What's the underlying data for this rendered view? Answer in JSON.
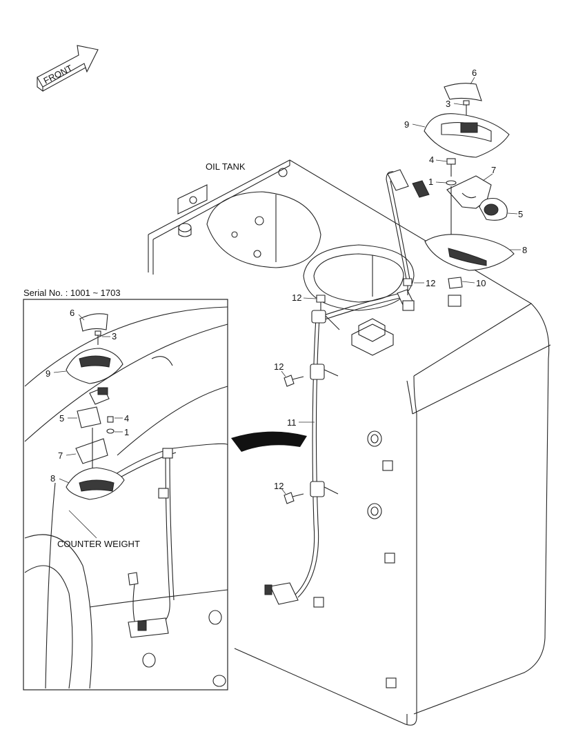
{
  "front_label": "FRONT",
  "oil_tank_label": "OIL TANK",
  "counter_weight_label": "COUNTER WEIGHT",
  "serial_label": "Serial No. : 1001 ~ 1703",
  "callouts_main": [
    "6",
    "3",
    "9",
    "4",
    "7",
    "1",
    "5",
    "8",
    "10",
    "12",
    "12",
    "12",
    "11",
    "12"
  ],
  "callouts_inset": [
    "6",
    "3",
    "9",
    "5",
    "4",
    "1",
    "7",
    "8"
  ]
}
